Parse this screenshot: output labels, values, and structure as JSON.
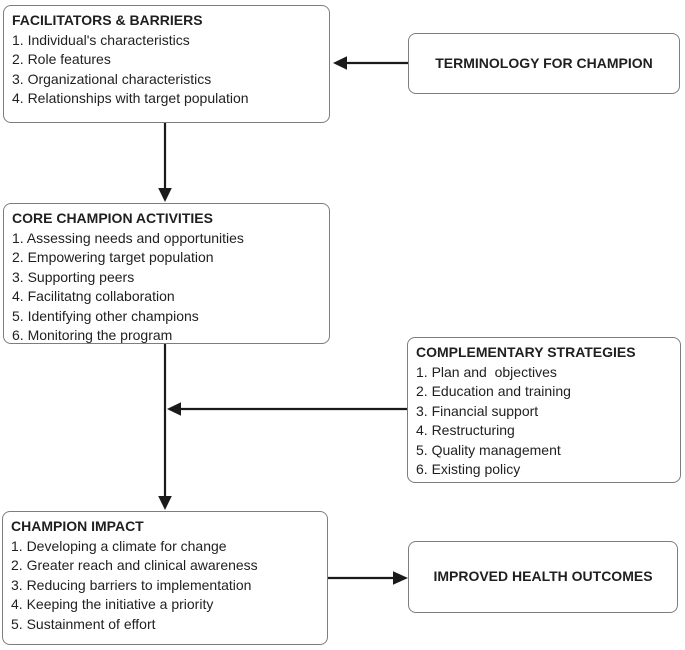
{
  "diagram": {
    "boxes": {
      "facilitators": {
        "title": "FACILITATORS & BARRIERS",
        "items": [
          "1. Individual's characteristics",
          "2. Role features",
          "3. Organizational characteristics",
          "4. Relationships with target population"
        ]
      },
      "terminology": {
        "title": "TERMINOLOGY FOR CHAMPION"
      },
      "core": {
        "title": "CORE CHAMPION ACTIVITIES",
        "items": [
          "1. Assessing needs and opportunities",
          "2. Empowering target population",
          "3. Supporting peers",
          "4. Facilitatng collaboration",
          "5. Identifying other champions",
          "6. Monitoring the program"
        ]
      },
      "complementary": {
        "title": "COMPLEMENTARY STRATEGIES",
        "items": [
          "1. Plan and  objectives",
          "2. Education and training",
          "3. Financial support",
          "4. Restructuring",
          "5. Quality management",
          "6. Existing policy"
        ]
      },
      "impact": {
        "title": "CHAMPION IMPACT",
        "items": [
          "1. Developing a climate for change",
          "2. Greater reach and clinical awareness",
          "3. Reducing barriers to implementation",
          "4. Keeping the initiative a priority",
          "5. Sustainment of effort"
        ]
      },
      "outcomes": {
        "title": "IMPROVED HEALTH OUTCOMES"
      }
    },
    "connections": [
      {
        "from": "terminology",
        "to": "facilitators",
        "direction": "left"
      },
      {
        "from": "facilitators",
        "to": "core",
        "direction": "down"
      },
      {
        "from": "core",
        "to": "impact",
        "direction": "down"
      },
      {
        "from": "complementary",
        "to": "core-impact-flow",
        "direction": "left"
      },
      {
        "from": "impact",
        "to": "outcomes",
        "direction": "right"
      }
    ],
    "colors": {
      "box_border": "#7d7d7d",
      "box_background": "#ffffff",
      "text": "#1f1f1f",
      "arrow": "#1a1a1a",
      "page_background": "#ffffff"
    }
  }
}
